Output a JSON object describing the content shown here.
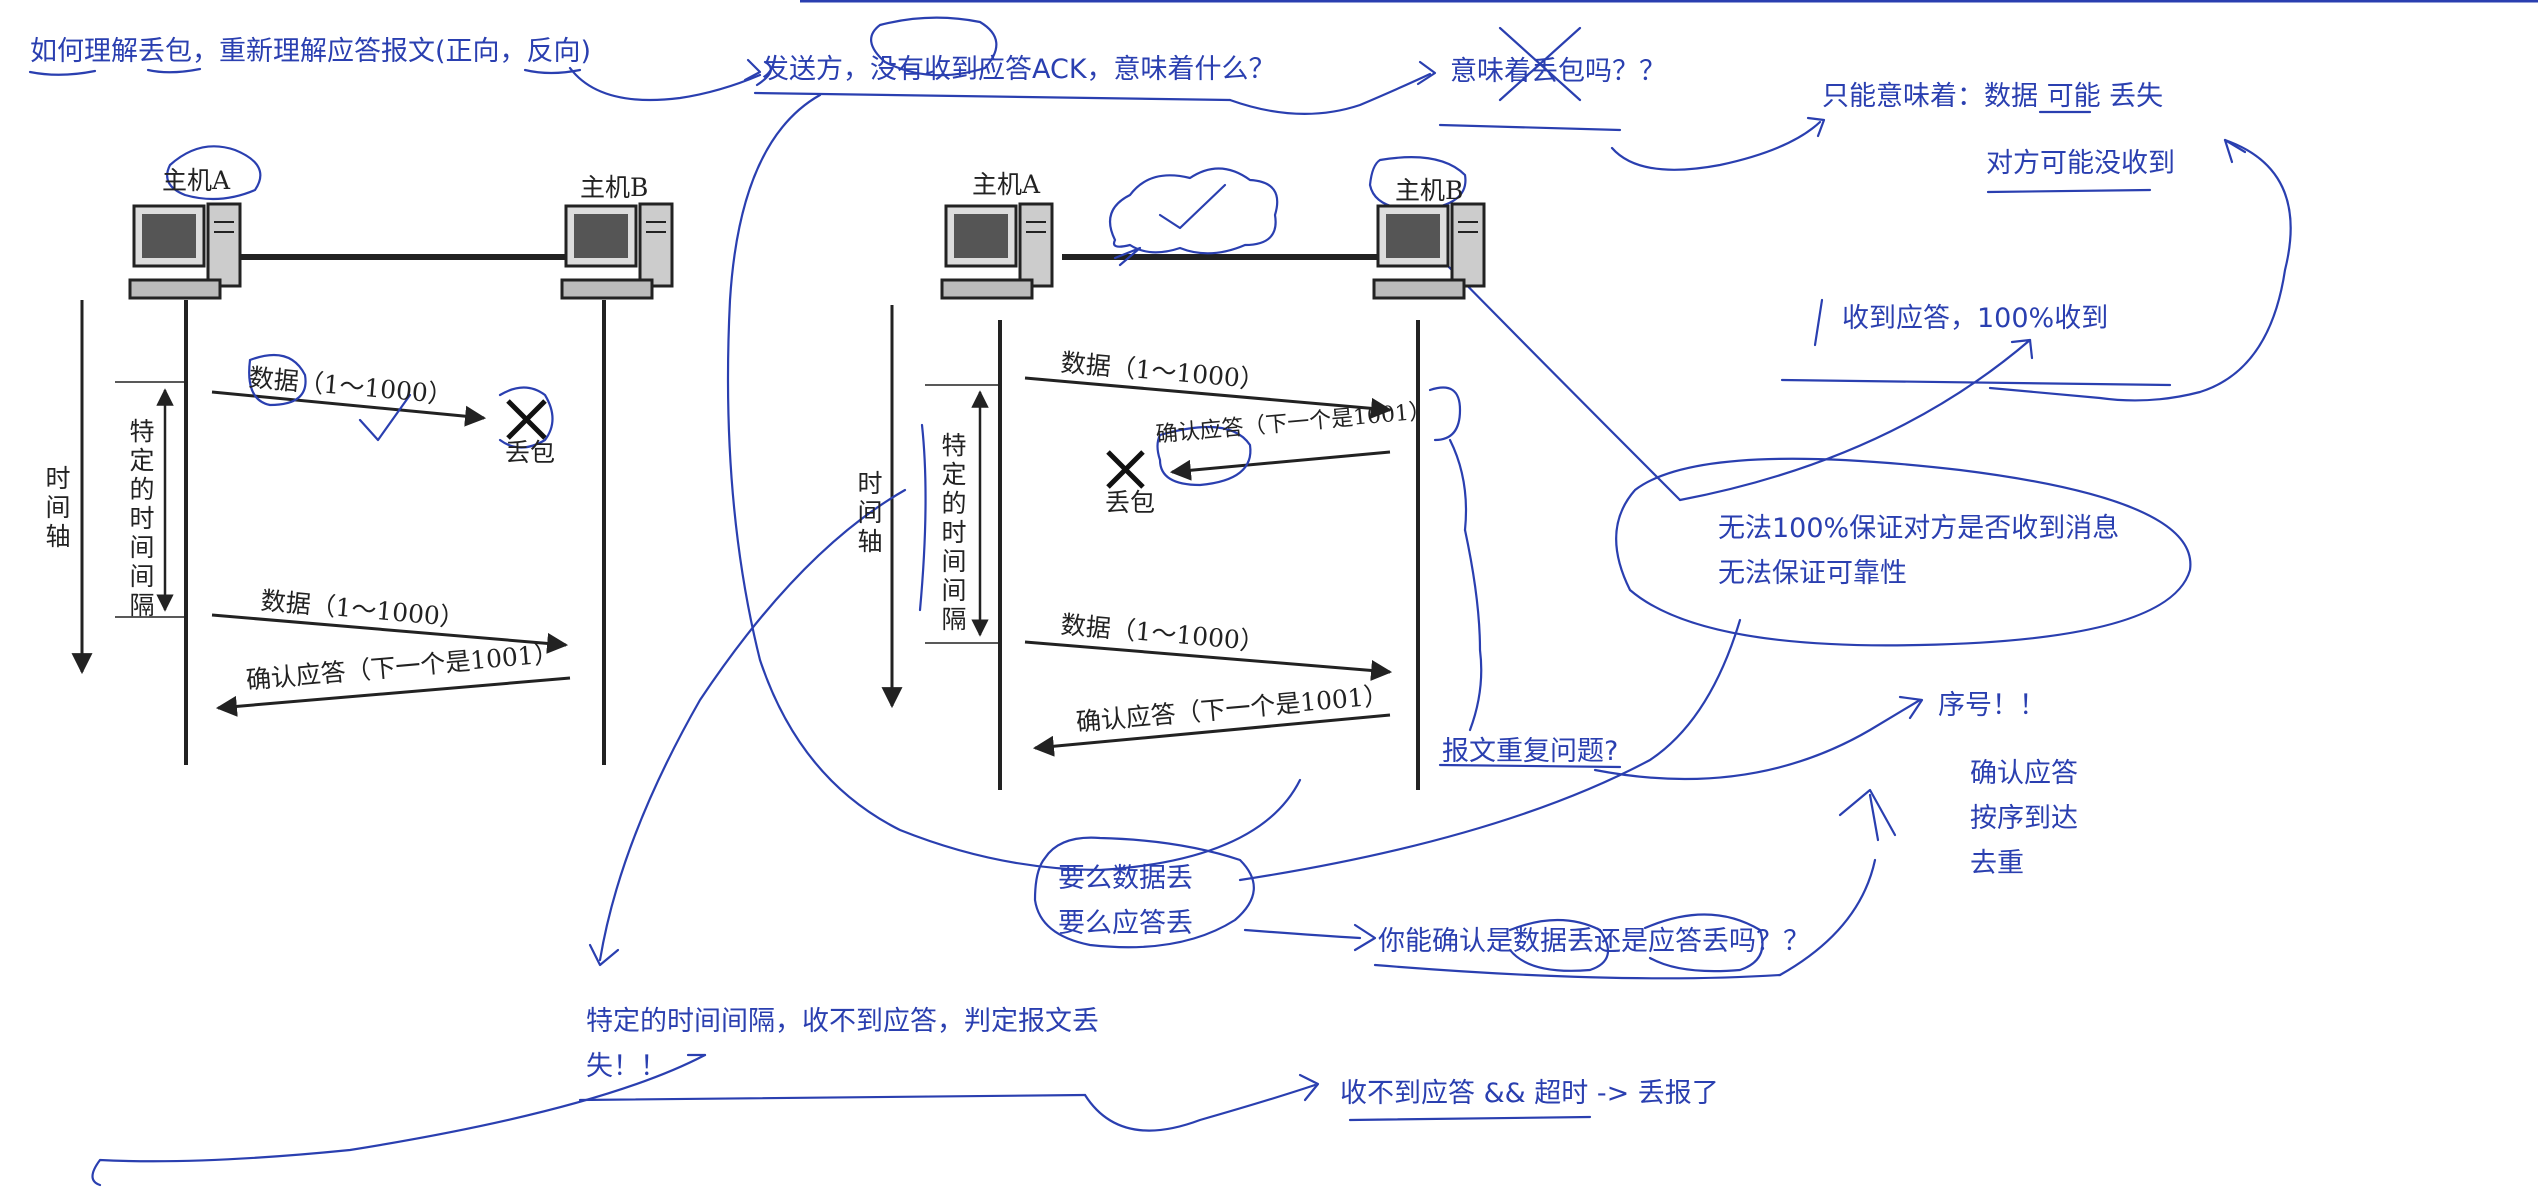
{
  "colors": {
    "ink": "#2a3fb0",
    "diagram": "#222222",
    "background": "#ffffff"
  },
  "notes": {
    "title": "如何理解丢包，重新理解应答报文(正向，反向)",
    "sender_question": "发送方，没有收到应答ACK，意味着什么？",
    "loss_question": "意味着丢包吗？？",
    "only_means": "只能意味着：数据 可能 丢失",
    "peer_maybe": "对方可能没收到",
    "got_ack": "收到应答，100%收到",
    "no_guarantee_1": "无法100%保证对方是否收到消息",
    "no_guarantee_2": "无法保证可靠性",
    "seq": "序号！！",
    "seq_use_1": "确认应答",
    "seq_use_2": "按序到达",
    "seq_use_3": "去重",
    "dup_question": "报文重复问题?",
    "either_1": "要么数据丢",
    "either_2": "要么应答丢",
    "which_lost": "你能确认是数据丢还是应答丢吗？？",
    "timeout_1": "特定的时间间隔，收不到应答，判定报文丢",
    "timeout_2": "失！！",
    "conclusion": "收不到应答 && 超时 -> 丢报了"
  },
  "diagram_left": {
    "host_a": "主机A",
    "host_b": "主机B",
    "time_axis": "时间轴",
    "interval": "特定的时间间隔",
    "data1": "数据（1～1000）",
    "lost": "丢包",
    "data2": "数据（1～1000）",
    "ack": "确认应答（下一个是1001）"
  },
  "diagram_right": {
    "host_a": "主机A",
    "host_b": "主机B",
    "time_axis": "时间轴",
    "interval": "特定的时间间隔",
    "data1": "数据（1～1000）",
    "ack_lost": "确认应答（下一个是1001）",
    "lost": "丢包",
    "data2": "数据（1～1000）",
    "ack": "确认应答（下一个是1001）"
  },
  "icons": [
    "computer-icon",
    "cross-icon",
    "cloud-check-icon"
  ]
}
